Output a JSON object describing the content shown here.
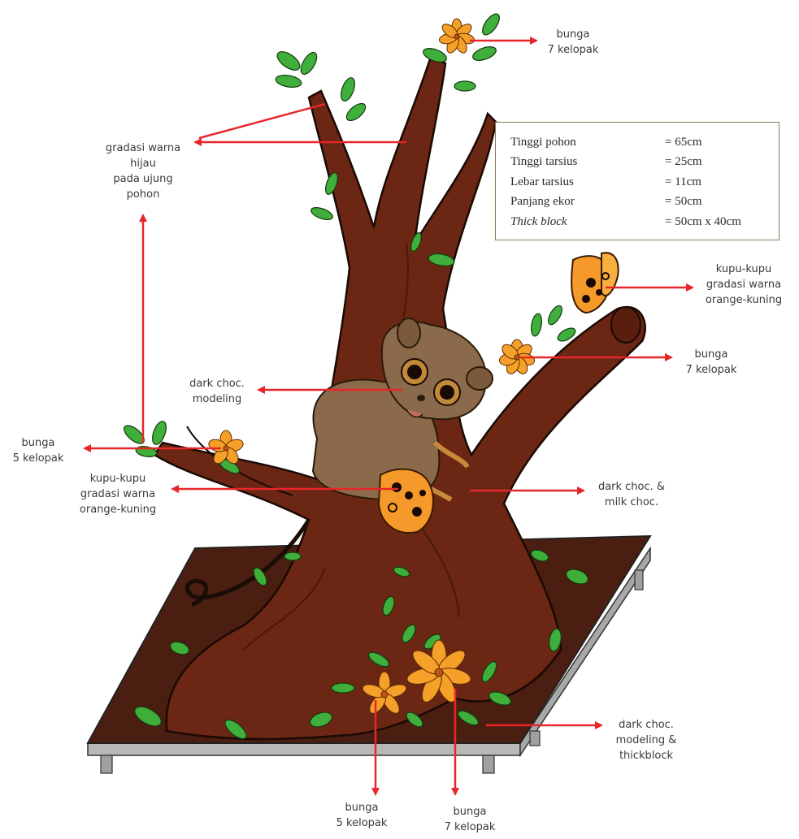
{
  "spec_table": {
    "rows": [
      {
        "key": "Tinggi pohon",
        "value": "= 65cm"
      },
      {
        "key": "Tinggi tarsius",
        "value": "= 25cm"
      },
      {
        "key": "Lebar tarsius",
        "value": "= 11cm"
      },
      {
        "key": "Panjang ekor",
        "value": "= 50cm"
      },
      {
        "key": "Thick block",
        "value": "= 50cm x 40cm"
      }
    ]
  },
  "labels": {
    "top_flower": [
      "bunga",
      "7 kelopak"
    ],
    "gradient_green": [
      "gradasi warna",
      "hijau",
      "pada ujung",
      "pohon"
    ],
    "butterfly_right": [
      "kupu-kupu",
      "gradasi warna",
      "orange-kuning"
    ],
    "right_flower": [
      "bunga",
      "7 kelopak"
    ],
    "dark_choc_modeling": [
      "dark choc.",
      "modeling"
    ],
    "left_flower": [
      "bunga",
      "5 kelopak"
    ],
    "butterfly_left": [
      "kupu-kupu",
      "gradasi warna",
      "orange-kuning"
    ],
    "dark_milk_choc": [
      "dark choc. &",
      "milk choc."
    ],
    "base_modeling": [
      "dark choc.",
      "modeling &",
      "thickblock"
    ],
    "bottom_flower_5": [
      "bunga",
      "5 kelopak"
    ],
    "bottom_flower_7": [
      "bunga",
      "7 kelopak"
    ]
  },
  "colors": {
    "arrow": "#e8262a",
    "trunk": "#6b2614",
    "trunk_shadow": "#4a180c",
    "base": "#4a1e10",
    "leaf": "#3fae3a",
    "flower": "#f5a028",
    "tarsier": "#8a6a4a"
  }
}
